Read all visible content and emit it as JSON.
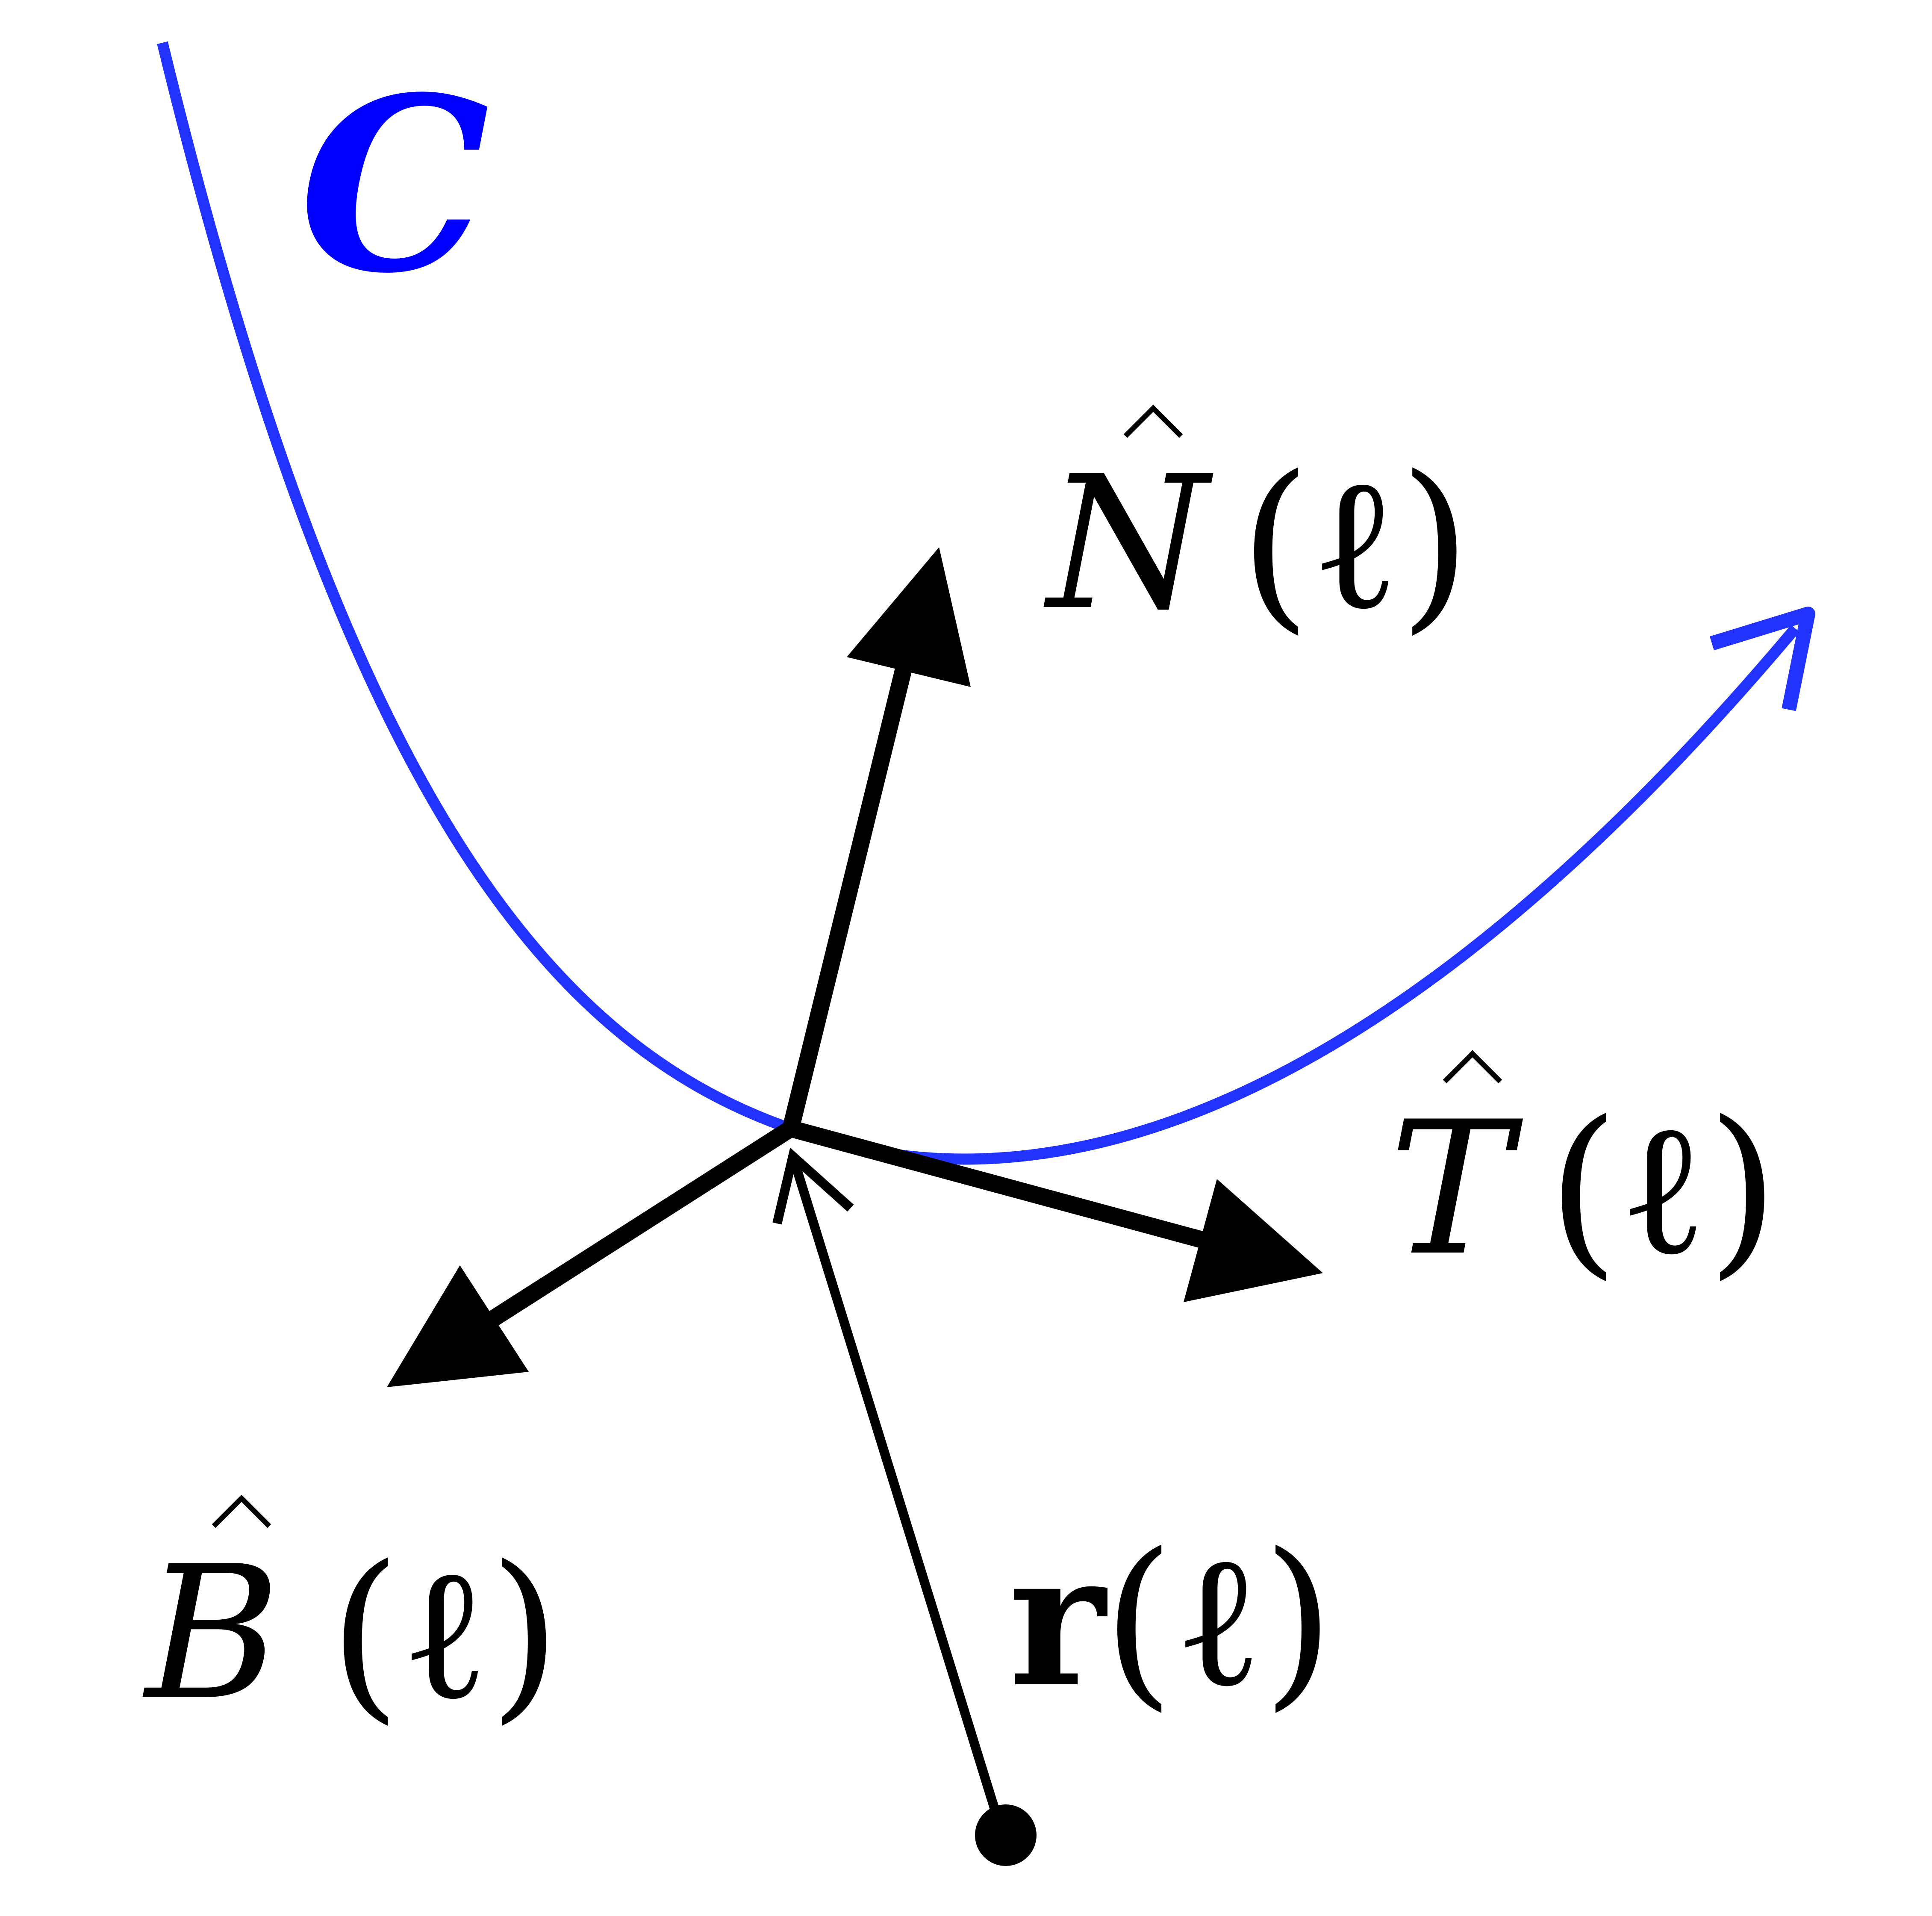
{
  "curve": {
    "label": "C",
    "color": "#2233ff",
    "label_color": "#0000ff"
  },
  "vectors": {
    "normal": {
      "symbol": "N",
      "argument": "(ℓ)"
    },
    "tangent": {
      "symbol": "T",
      "argument": "(ℓ)"
    },
    "binormal": {
      "symbol": "B",
      "argument": "(ℓ)"
    },
    "position": {
      "symbol": "r",
      "argument": "(ℓ)"
    }
  },
  "colors": {
    "vector": "#000000",
    "background": "#ffffff"
  }
}
